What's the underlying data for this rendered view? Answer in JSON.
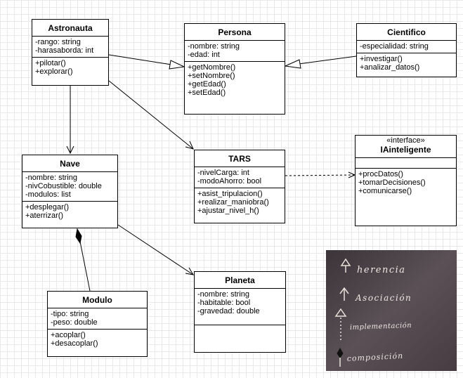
{
  "classes": {
    "astronauta": {
      "name": "Astronauta",
      "attributes": [
        "-rango: string",
        "-harasaborda: int"
      ],
      "methods": [
        "+pilotar()",
        "+explorar()"
      ]
    },
    "persona": {
      "name": "Persona",
      "attributes": [
        "-nombre: string",
        "-edad: int"
      ],
      "methods": [
        "+getNombre()",
        "+setNombre()",
        "+getEdad()",
        "+setEdad()"
      ]
    },
    "cientifico": {
      "name": "Cientifico",
      "attributes": [
        "-especialidad: string"
      ],
      "methods": [
        "+investigar()",
        "+analizar_datos()"
      ]
    },
    "nave": {
      "name": "Nave",
      "attributes": [
        "-nombre: string",
        "-nivCobustible: double",
        "-modulos: list"
      ],
      "methods": [
        "+desplegar()",
        "+aterrizar()"
      ]
    },
    "tars": {
      "name": "TARS",
      "attributes": [
        "-nivelCarga: int",
        "-modoAhorro: bool"
      ],
      "methods": [
        "+asist_tripulacion()",
        "+realizar_maniobra()",
        "+ajustar_nivel_h()"
      ]
    },
    "iainteligente": {
      "stereotype": "«interface»",
      "name": "IAinteligente",
      "methods": [
        "+procDatos()",
        "+tomarDecisiones()",
        "+comunicarse()"
      ]
    },
    "planeta": {
      "name": "Planeta",
      "attributes": [
        "-nombre: string",
        "-habitable: bool",
        "-gravedad: double"
      ]
    },
    "modulo": {
      "name": "Modulo",
      "attributes": [
        "-tipo: string",
        "-peso: double"
      ],
      "methods": [
        "+acoplar()",
        "+desacoplar()"
      ]
    }
  },
  "legend_photo": {
    "entries": [
      "herencia",
      "Asociación",
      "implementación",
      "composición"
    ]
  }
}
